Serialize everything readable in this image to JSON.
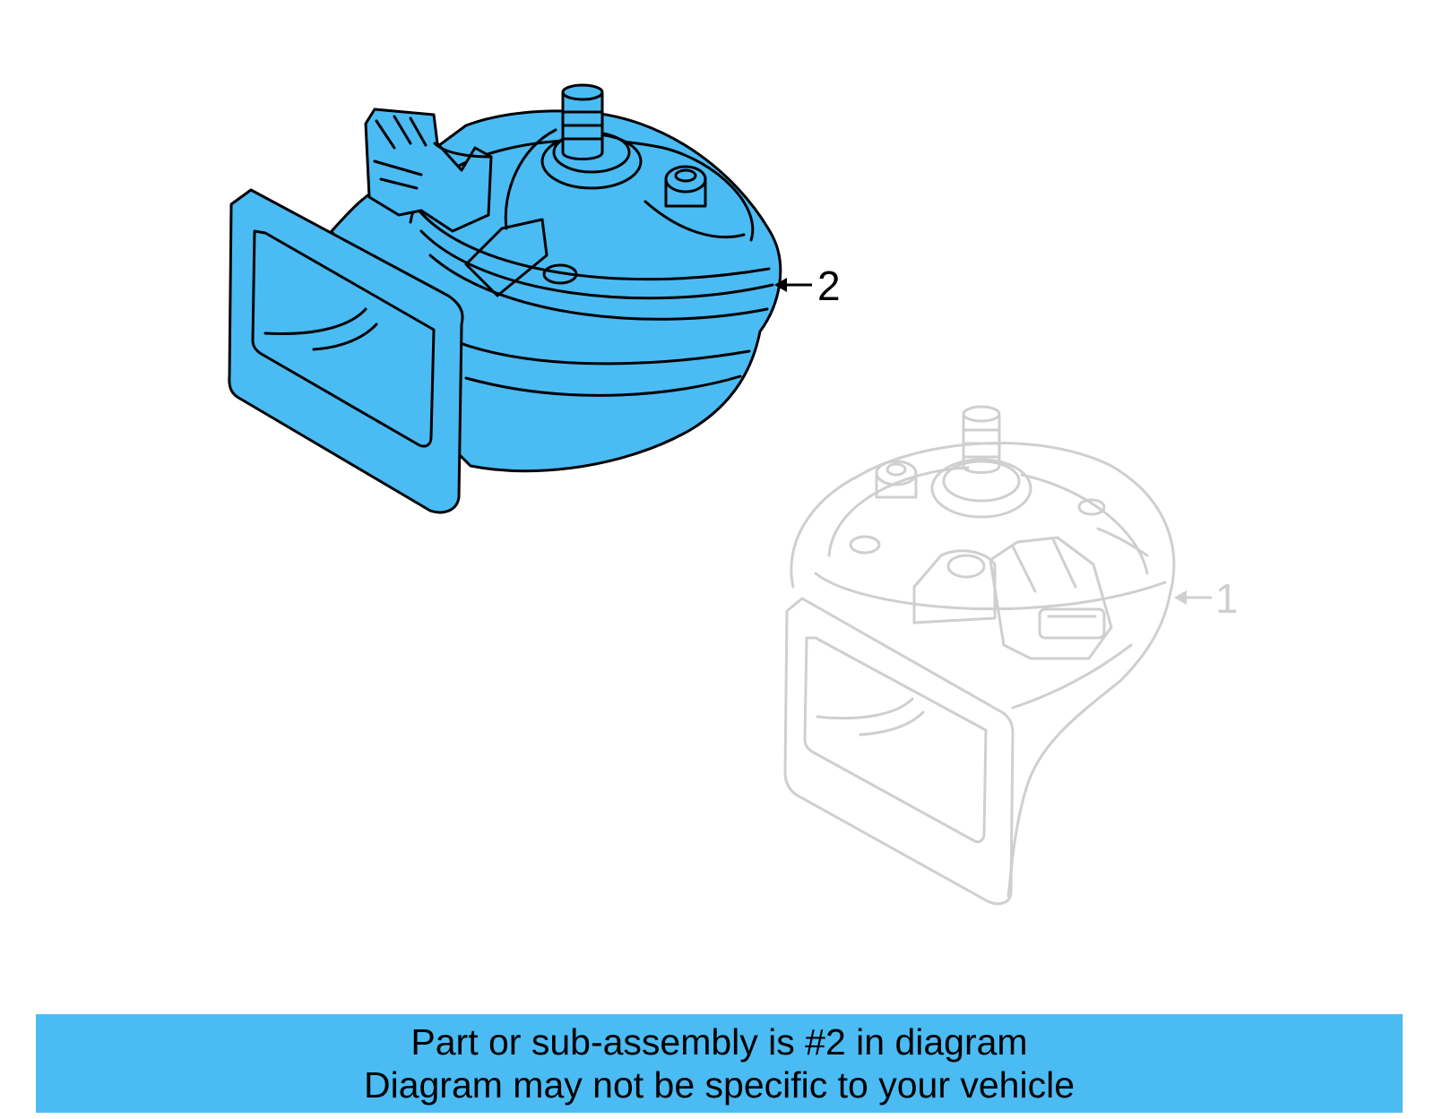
{
  "colors": {
    "highlight": "#4bbbf4",
    "outline": "#000000",
    "ghost": "#cfcfcf",
    "banner": "#4bbbf4"
  },
  "diagram": {
    "callouts": [
      {
        "number": "2",
        "part": "highlighted"
      },
      {
        "number": "1",
        "part": "ghost"
      }
    ]
  },
  "banner": {
    "line1": "Part or sub-assembly is #2 in diagram",
    "line2": "Diagram may not be specific to your vehicle"
  }
}
